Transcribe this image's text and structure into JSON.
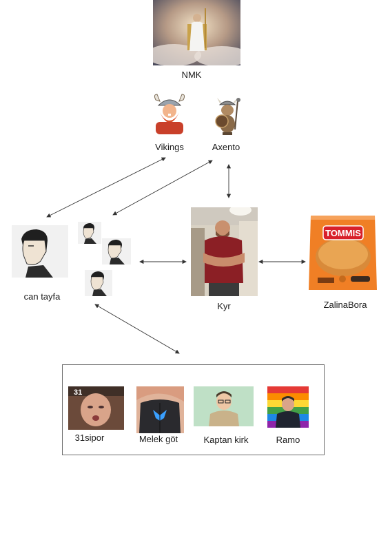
{
  "nodes": {
    "nmk": {
      "label": "NMK"
    },
    "vikings": {
      "label": "Vikings"
    },
    "axento": {
      "label": "Axento"
    },
    "can_tayfa": {
      "label": "can tayfa"
    },
    "kyr": {
      "label": "Kyr"
    },
    "zalinabora": {
      "label": "ZalinaBora",
      "package_brand": "TOMMIS"
    }
  },
  "group": {
    "members": [
      {
        "label": "31sipor",
        "badge": "31"
      },
      {
        "label": "Melek göt"
      },
      {
        "label": "Kaptan kirk"
      },
      {
        "label": "Ramo"
      }
    ]
  }
}
